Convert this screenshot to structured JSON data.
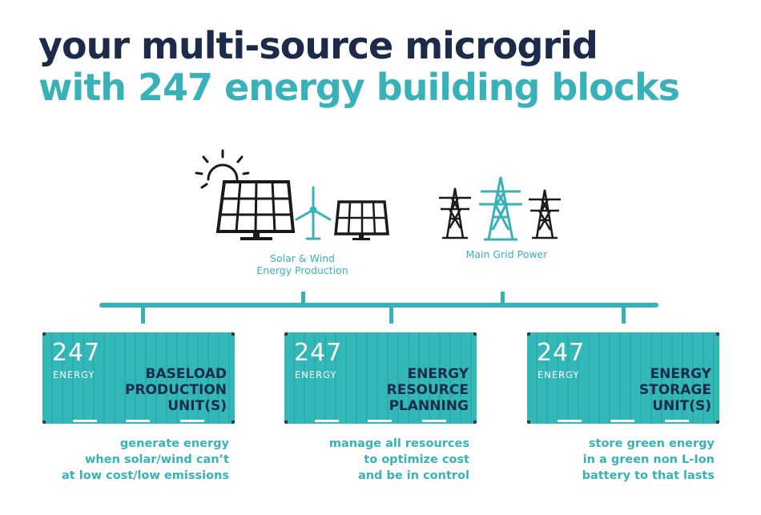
{
  "header": {
    "title_line1": "your multi-source microgrid",
    "title_line2": "with 247 energy building blocks"
  },
  "sources": {
    "solar_wind_label_line1": "Solar & Wind",
    "solar_wind_label_line2": "Energy Production",
    "grid_label": "Main Grid Power"
  },
  "units": [
    {
      "brand_number": "247",
      "brand_word": "ENERGY",
      "label_lines": [
        "BASELOAD",
        "PRODUCTION",
        "UNIT(S)"
      ],
      "description_lines": [
        "generate energy",
        "when solar/wind can’t",
        "at low cost/low emissions"
      ]
    },
    {
      "brand_number": "247",
      "brand_word": "ENERGY",
      "label_lines": [
        "ENERGY",
        "RESOURCE",
        "PLANNING"
      ],
      "description_lines": [
        "manage all resources",
        "to optimize cost",
        "and be in control"
      ]
    },
    {
      "brand_number": "247",
      "brand_word": "ENERGY",
      "label_lines": [
        "ENERGY",
        "STORAGE",
        "UNIT(S)"
      ],
      "description_lines": [
        "store green energy",
        "in a green non L-Ion",
        "battery to that lasts"
      ]
    }
  ],
  "colors": {
    "navy": "#1c2b4a",
    "teal": "#38b2b8",
    "container_teal": "#33b8b9",
    "icon_dark": "#1a1a1a"
  },
  "icons": [
    "sun-icon",
    "solar-panel-icon",
    "wind-turbine-icon",
    "transmission-tower-icon"
  ]
}
